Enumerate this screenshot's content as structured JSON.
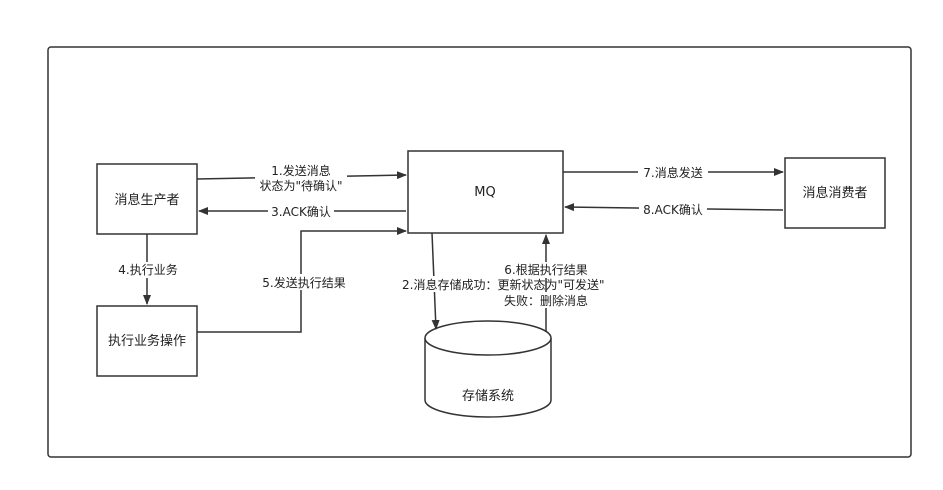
{
  "nodes": {
    "producer": "消息生产者",
    "mq": "MQ",
    "consumer": "消息消费者",
    "biz_op": "执行业务操作",
    "storage": "存储系统"
  },
  "edges": {
    "e1_line1": "1.发送消息",
    "e1_line2": "状态为\"待确认\"",
    "e2": "2.消息存储成功：更新状态为\"可发送\"",
    "e3": "3.ACK确认",
    "e4": "4.执行业务",
    "e5": "5.发送执行结果",
    "e6_line1": "6.根据执行结果",
    "e6_line2": "失败：删除消息",
    "e7": "7.消息发送",
    "e8": "8.ACK确认"
  }
}
